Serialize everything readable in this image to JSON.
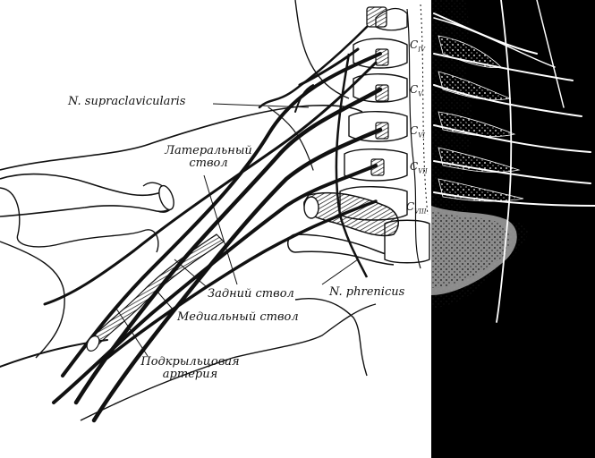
{
  "labels": {
    "n_supraclavicularis": "N. supraclavicularis",
    "lateral_trunk_line1": "Латеральный",
    "lateral_trunk_line2": "ствол",
    "posterior_trunk": "Задний ствол",
    "medial_trunk": "Медиальный ствол",
    "n_phrenicus": "N. phrenicus",
    "axillary_artery_line1": "Подкрыльцовая",
    "axillary_artery_line2": "артерия"
  },
  "vertebrae": [
    {
      "letter": "C",
      "sub": "IV"
    },
    {
      "letter": "C",
      "sub": "V"
    },
    {
      "letter": "C",
      "sub": "VI"
    },
    {
      "letter": "C",
      "sub": "VII"
    },
    {
      "letter": "C",
      "sub": "VIII"
    }
  ],
  "colors": {
    "ink": "#111111",
    "background": "#ffffff",
    "dark_panel": "#000000"
  }
}
